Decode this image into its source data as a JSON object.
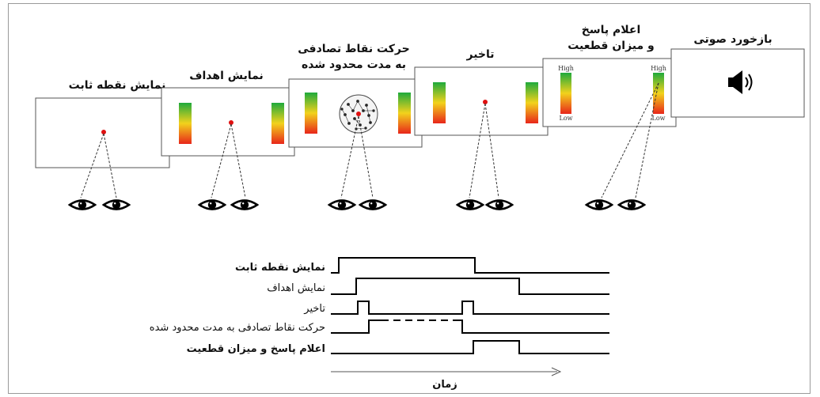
{
  "stages": [
    {
      "title": "نمایش نقطه ثابت"
    },
    {
      "title": "نمایش اهداف"
    },
    {
      "title_line1": "حرکت نقاط تصادفی",
      "title_line2": "به مدت محدود شده"
    },
    {
      "title": "تاخیر"
    },
    {
      "title_line1": "اعلام پاسخ",
      "title_line2": "و میزان قطعیت"
    },
    {
      "title": "بازخورد صوتی"
    }
  ],
  "confidence_scale": {
    "high": "High",
    "low": "Low"
  },
  "icons": {
    "eye": "eye-icon",
    "speaker": "speaker-icon"
  },
  "timeline": {
    "rows": [
      {
        "label": "نمایش نقطه ثابت",
        "bold": true
      },
      {
        "label": "نمایش اهداف",
        "bold": false
      },
      {
        "label": "تاخیر",
        "bold": false
      },
      {
        "label": "حرکت نقاط تصادفی به مدت محدود شده",
        "bold": false
      },
      {
        "label": "اعلام پاسخ و میزان قطعیت",
        "bold": true
      }
    ],
    "axis_label": "زمان"
  },
  "colors": {
    "bar_top": "#1faa3c",
    "bar_mid": "#f2d21c",
    "bar_bottom": "#e8261a",
    "fixation_dot": "#e01010"
  }
}
